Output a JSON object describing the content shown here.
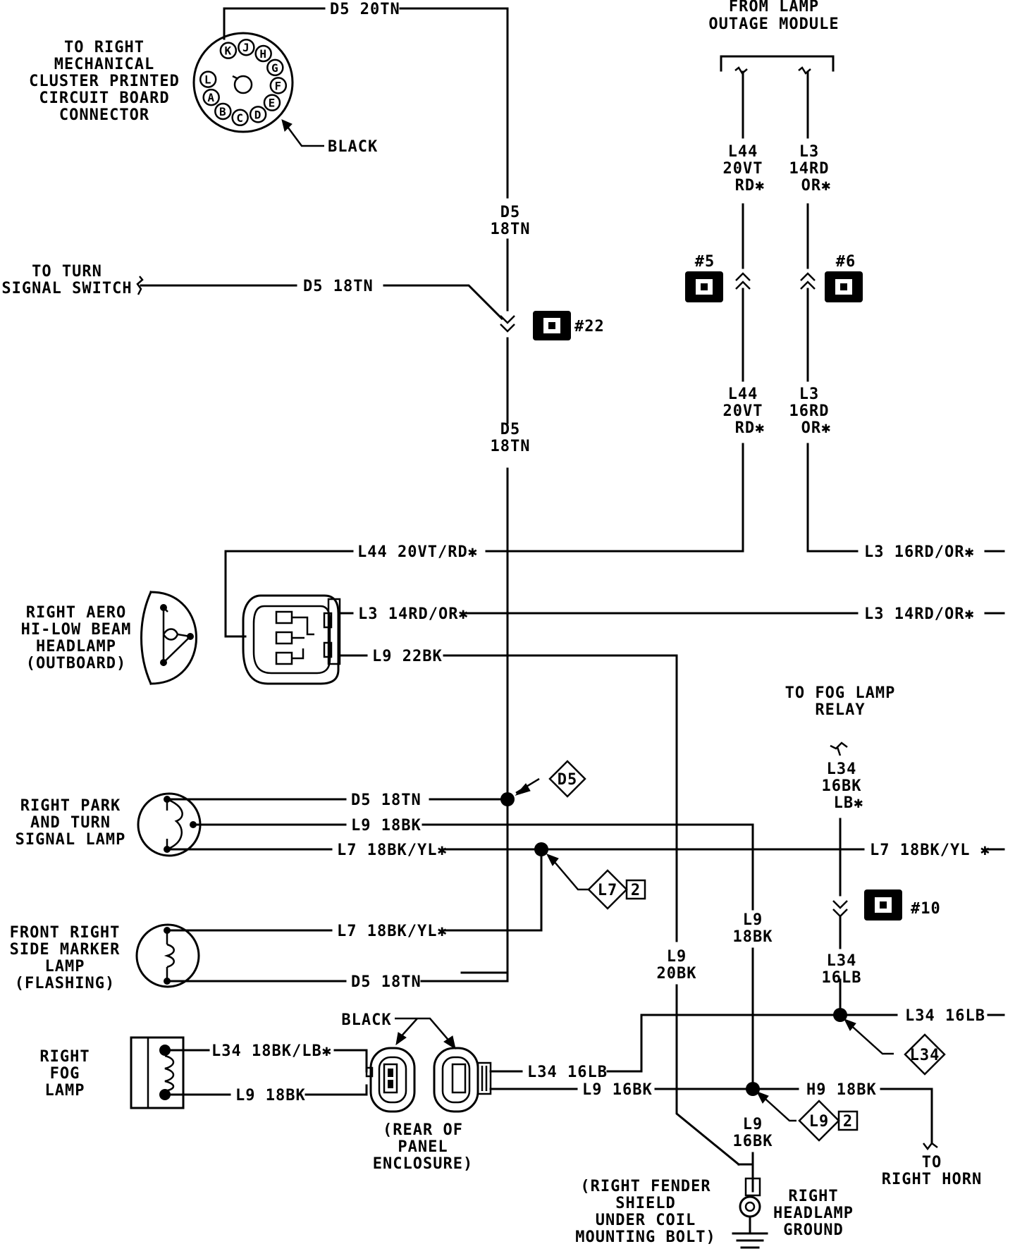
{
  "labels": {
    "top_d5_20tn": "D5 20TN",
    "from_lamp": "FROM LAMP",
    "outage_module": "OUTAGE MODULE",
    "to_right_1": "TO RIGHT",
    "to_right_2": "MECHANICAL",
    "to_right_3": "CLUSTER PRINTED",
    "to_right_4": "CIRCUIT BOARD",
    "to_right_5": "CONNECTOR",
    "black_conn": "BLACK",
    "d5_a1": "D5",
    "d5_a2": "18TN",
    "turn_sw_1": "TO TURN",
    "turn_sw_2": "SIGNAL SWITCH",
    "d5_18tn_left": "D5 18TN",
    "c22": "#22",
    "d5_b1": "D5",
    "d5_b2": "18TN",
    "l44_a1": "L44",
    "l44_a2": "20VT",
    "l44_a3": "RD✱",
    "l3_a1": "L3",
    "l3_a2": "14RD",
    "l3_a3": "OR✱",
    "c5": "#5",
    "c6": "#6",
    "l44_b1": "L44",
    "l44_b2": "20VT",
    "l44_b3": "RD✱",
    "l3_b1": "L3",
    "l3_b2": "16RD",
    "l3_b3": "OR✱",
    "l44_h": "L44 20VT/RD✱",
    "l3_16_h": "L3 16RD/OR✱",
    "headlamp_1": "RIGHT AERO",
    "headlamp_2": "HI-LOW BEAM",
    "headlamp_3": "HEADLAMP",
    "headlamp_4": "(OUTBOARD)",
    "l3_14_h": "L3 14RD/OR✱",
    "l3_14_right": "L3 14RD/OR✱",
    "l9_22bk": "L9 22BK",
    "fog_relay_1": "TO FOG LAMP",
    "fog_relay_2": "RELAY",
    "l34_a1": "L34",
    "l34_a2": "16BK",
    "l34_a3": "LB✱",
    "d5_diamond": "D5",
    "park_1": "RIGHT PARK",
    "park_2": "AND TURN",
    "park_3": "SIGNAL LAMP",
    "d5_park": "D5 18TN",
    "l9_park": "L9 18BK",
    "l7_park": "L7 18BK/YL✱",
    "l7_right": "L7 18BK/YL ✱",
    "l7_diamond": "L7",
    "l7_diamond_n": "2",
    "c10": "#10",
    "side_1": "FRONT RIGHT",
    "side_2": "SIDE MARKER",
    "side_3": "LAMP",
    "side_4": "(FLASHING)",
    "l7_side": "L7 18BK/YL✱",
    "d5_side": "D5 18TN",
    "l9_mid1": "L9",
    "l9_mid2": "18BK",
    "l9_left1": "L9",
    "l9_left2": "20BK",
    "l34_b1": "L34",
    "l34_b2": "16LB",
    "black_fog": "BLACK",
    "l34_16lb_right": "L34 16LB",
    "fog_1": "RIGHT",
    "fog_2": "FOG",
    "fog_3": "LAMP",
    "l34_18": "L34 18BK/LB✱",
    "l9_18bk_fog": "L9 18BK",
    "l34_16lb_conn": "L34 16LB",
    "l9_16bk_conn": "L9 16BK",
    "h9": "H9 18BK",
    "l34_diamond": "L34",
    "l9_diamond": "L9",
    "l9_diamond_n": "2",
    "rear_1": "(REAR OF",
    "rear_2": "PANEL",
    "rear_3": "ENCLOSURE)",
    "l9_16bk_v1": "L9",
    "l9_16bk_v2": "16BK",
    "horn_1": "TO",
    "horn_2": "RIGHT HORN",
    "fender_1": "(RIGHT FENDER",
    "fender_2": "SHIELD",
    "fender_3": "UNDER COIL",
    "fender_4": "MOUNTING BOLT)",
    "ground_1": "RIGHT",
    "ground_2": "HEADLAMP",
    "ground_3": "GROUND"
  },
  "connector_pins": [
    "K",
    "J",
    "H",
    "G",
    "F",
    "E",
    "D",
    "C",
    "B",
    "A",
    "L"
  ]
}
